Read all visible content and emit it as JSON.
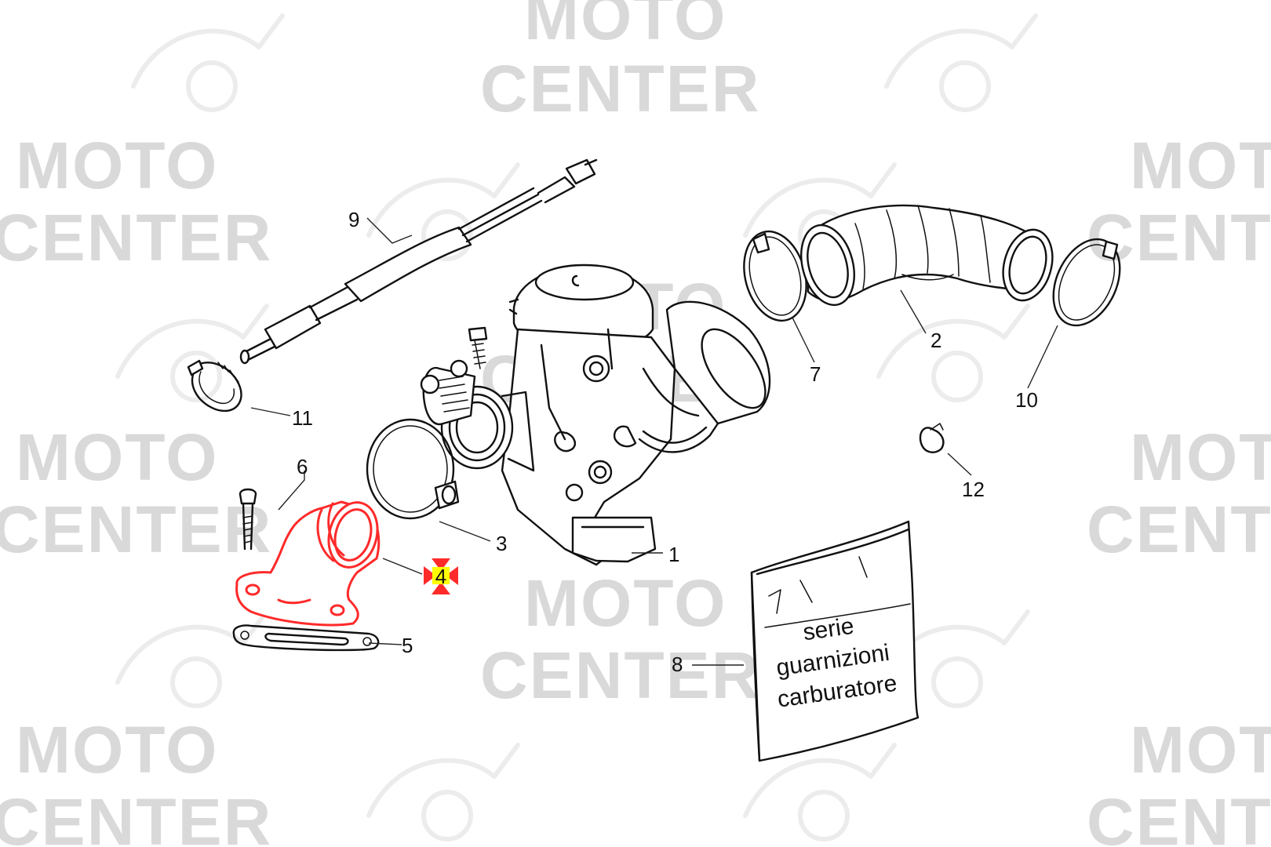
{
  "watermark": {
    "line1": "MOTO",
    "line2": "CENTER"
  },
  "callouts": [
    {
      "id": "1",
      "label": "1"
    },
    {
      "id": "2",
      "label": "2"
    },
    {
      "id": "3",
      "label": "3"
    },
    {
      "id": "4",
      "label": "4",
      "selected": true
    },
    {
      "id": "5",
      "label": "5"
    },
    {
      "id": "6",
      "label": "6"
    },
    {
      "id": "7",
      "label": "7"
    },
    {
      "id": "8",
      "label": "8"
    },
    {
      "id": "9",
      "label": "9"
    },
    {
      "id": "10",
      "label": "10"
    },
    {
      "id": "11",
      "label": "11"
    },
    {
      "id": "12",
      "label": "12"
    }
  ],
  "gasket_bag": {
    "line1": "serie",
    "line2": "guarnizioni",
    "line3": "carburatore"
  },
  "colors": {
    "highlight": "#ff2a2a",
    "selected_label_bg": "#ffff00",
    "watermark": "#d9d9d9"
  }
}
